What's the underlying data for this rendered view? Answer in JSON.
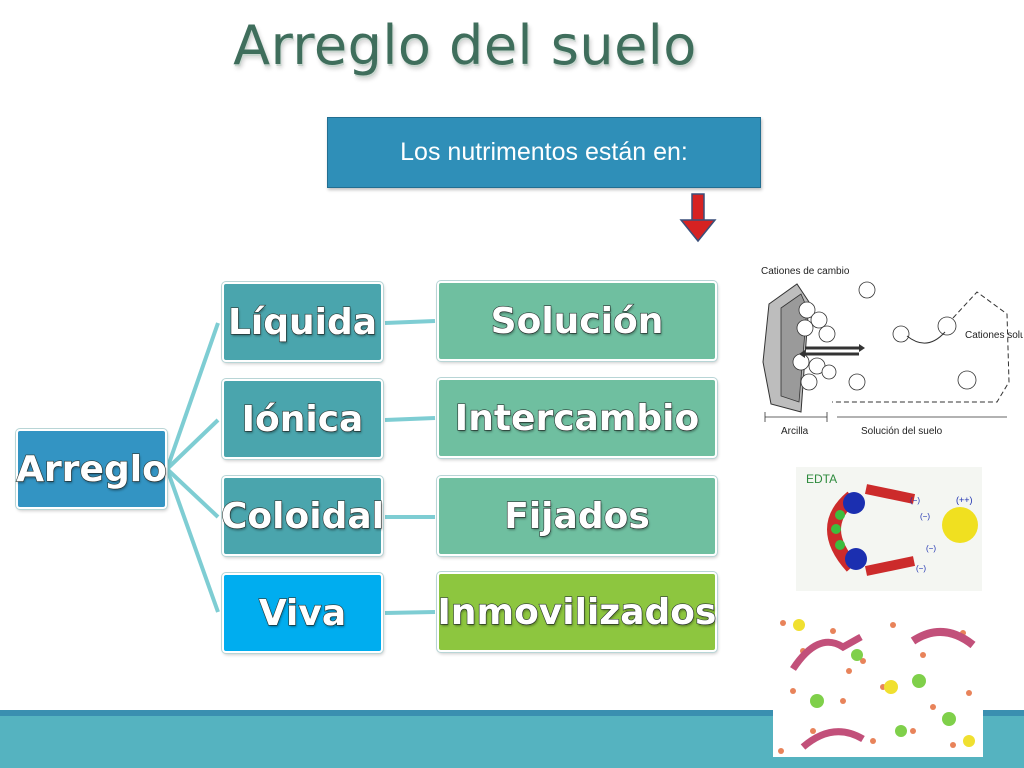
{
  "title": "Arreglo del suelo",
  "callout": "Los nutrimentos están en:",
  "root": {
    "label": "Arreglo"
  },
  "rows": [
    {
      "type": "Líquida",
      "form": "Solución",
      "type_color": "#4aa5ad",
      "form_color": "#6fbfa0"
    },
    {
      "type": "Iónica",
      "form": "Intercambio",
      "type_color": "#4aa5ad",
      "form_color": "#6fbfa0"
    },
    {
      "type": "Coloidal",
      "form": "Fijados",
      "type_color": "#4aa5ad",
      "form_color": "#6fbfa0"
    },
    {
      "type": "Viva",
      "form": "Inmovilizados",
      "type_color": "#00adef",
      "form_color": "#8dc63f"
    }
  ],
  "clay_diagram": {
    "label_top": "Cationes de cambio",
    "label_right": "Cationes solubles",
    "label_left": "Arcilla",
    "label_bottom": "Solución del suelo"
  },
  "edta": {
    "label": "EDTA",
    "charges": [
      "(−)",
      "(−)",
      "(−)",
      "(−)",
      "(++)"
    ]
  },
  "colors": {
    "title": "#3f6e5c",
    "callout_bg": "#2f8fb8",
    "root_bg": "#3394c3",
    "footer": "#55b3c0",
    "arrow": "#d62222"
  }
}
